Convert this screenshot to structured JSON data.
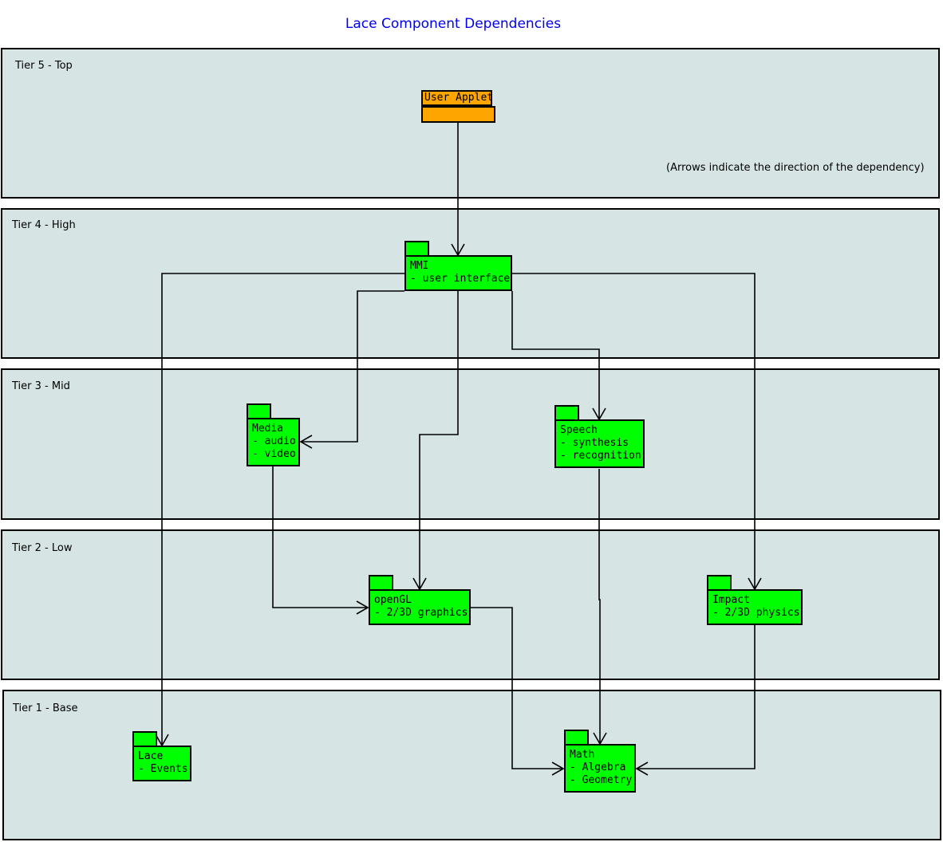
{
  "diagram": {
    "title": "Lace Component Dependencies",
    "note": "(Arrows indicate the direction of the dependency)",
    "tiers": {
      "tier5": "Tier 5 - Top",
      "tier4": "Tier 4 - High",
      "tier3": "Tier 3 - Mid",
      "tier2": "Tier 2 - Low",
      "tier1": "Tier 1 - Base"
    },
    "components": {
      "user_applet": "User Applet",
      "mmi": "MMI\n- user interface",
      "media": "Media\n- audio\n- video",
      "speech": "Speech\n- synthesis\n- recognition",
      "opengl": "openGL\n- 2/3D graphics",
      "impact": "Impact\n- 2/3D physics",
      "lace": "Lace\n- Events",
      "math": "Math\n- Algebra\n- Geometry"
    },
    "dependencies": [
      {
        "from": "User Applet",
        "to": "MMI"
      },
      {
        "from": "MMI",
        "to": "Lace"
      },
      {
        "from": "MMI",
        "to": "Media"
      },
      {
        "from": "MMI",
        "to": "openGL"
      },
      {
        "from": "MMI",
        "to": "Speech"
      },
      {
        "from": "MMI",
        "to": "Impact"
      },
      {
        "from": "Media",
        "to": "openGL"
      },
      {
        "from": "openGL",
        "to": "Math"
      },
      {
        "from": "Speech",
        "to": "Math"
      },
      {
        "from": "Impact",
        "to": "Math"
      }
    ],
    "colors": {
      "title": "#0000ee",
      "tier_fill": "#d7e4e4",
      "component_fill": "#00ff00",
      "applet_fill": "#ffa500"
    }
  }
}
